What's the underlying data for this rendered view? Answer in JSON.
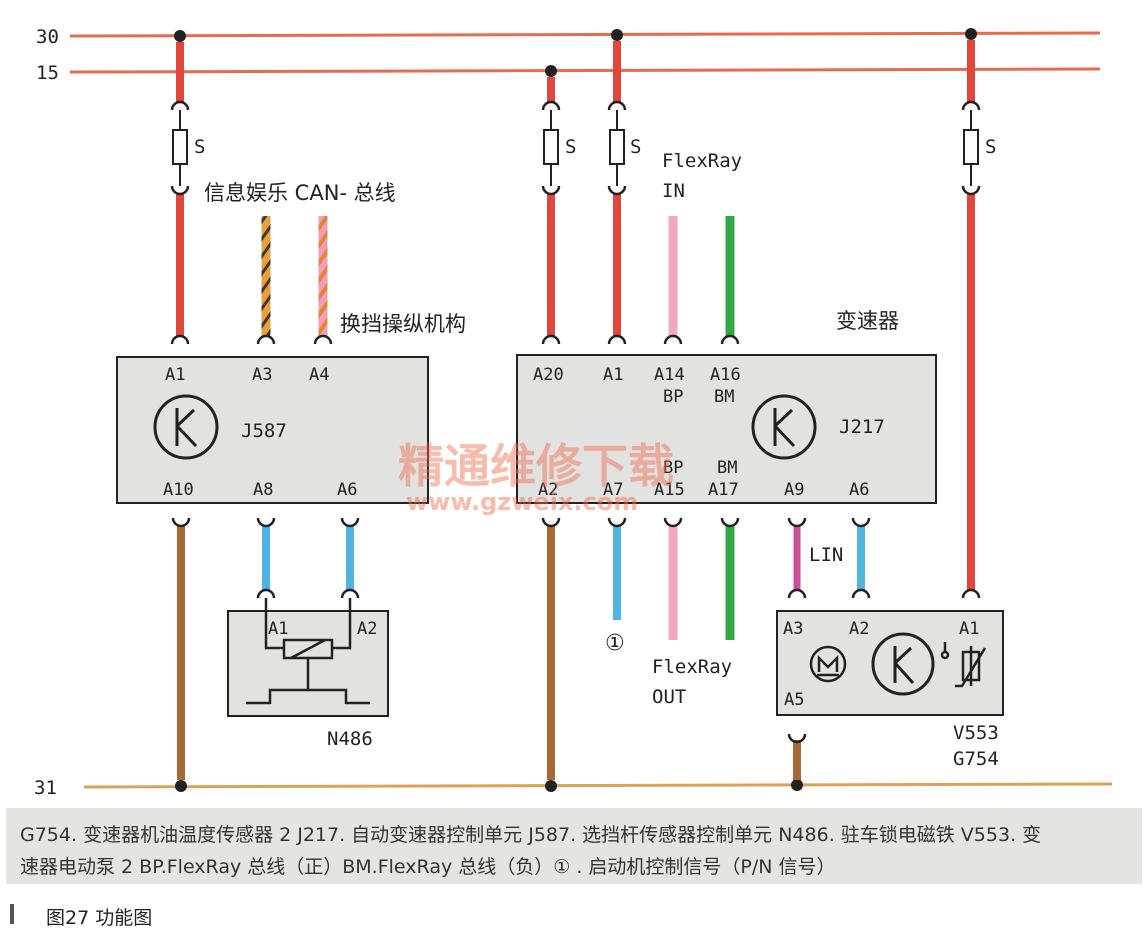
{
  "rails": {
    "r30": "30",
    "r15": "15",
    "r31": "31"
  },
  "fuses": {
    "left": "S",
    "mid1": "S",
    "mid2": "S",
    "right": "S"
  },
  "labels": {
    "infotainment_can": "信息娱乐 CAN- 总线",
    "gear_selector": "换挡操纵机构",
    "transmission": "变速器",
    "flexray_in_1": "FlexRay",
    "flexray_in_2": "IN",
    "flexray_out_1": "FlexRay",
    "flexray_out_2": "OUT",
    "lin": "LIN",
    "circle_one": "①"
  },
  "j587": {
    "name": "J587",
    "pins_top": [
      "A1",
      "A3",
      "A4"
    ],
    "pins_bottom": [
      "A10",
      "A8",
      "A6"
    ]
  },
  "j217": {
    "name": "J217",
    "pins_top": [
      "A20",
      "A1",
      "A14",
      "A16"
    ],
    "pins_top_sub": [
      "BP",
      "BM"
    ],
    "pins_bottom": [
      "A2",
      "A7",
      "A15",
      "A17",
      "A9",
      "A6"
    ],
    "pins_bottom_sub": [
      "BP",
      "BM"
    ]
  },
  "n486": {
    "name": "N486",
    "pins": [
      "A1",
      "A2"
    ]
  },
  "v553": {
    "name_1": "V553",
    "name_2": "G754",
    "pins": [
      "A3",
      "A2",
      "A1",
      "A5"
    ]
  },
  "watermark": {
    "cn": "精通维修下载",
    "url": "www.gzweix.com"
  },
  "caption": {
    "line1": "G754. 变速器机油温度传感器 2  J217. 自动变速器控制单元  J587. 选挡杆传感器控制单元  N486. 驻车锁电磁铁  V553. 变",
    "line2": "速器电动泵 2  BP.FlexRay 总线（正）BM.FlexRay 总线（负）① . 启动机控制信号（P/N 信号）"
  },
  "figure": {
    "label": "图27  功能图"
  },
  "colors": {
    "red": "#e0473a",
    "rail_red": "#e86a4f",
    "rail_31": "#d8a45a",
    "brown": "#a86a32",
    "blue": "#4fb4e0",
    "pink": "#f2a8c0",
    "green": "#33a845",
    "magenta": "#c8509a",
    "box_fill": "#e2e2e0"
  }
}
